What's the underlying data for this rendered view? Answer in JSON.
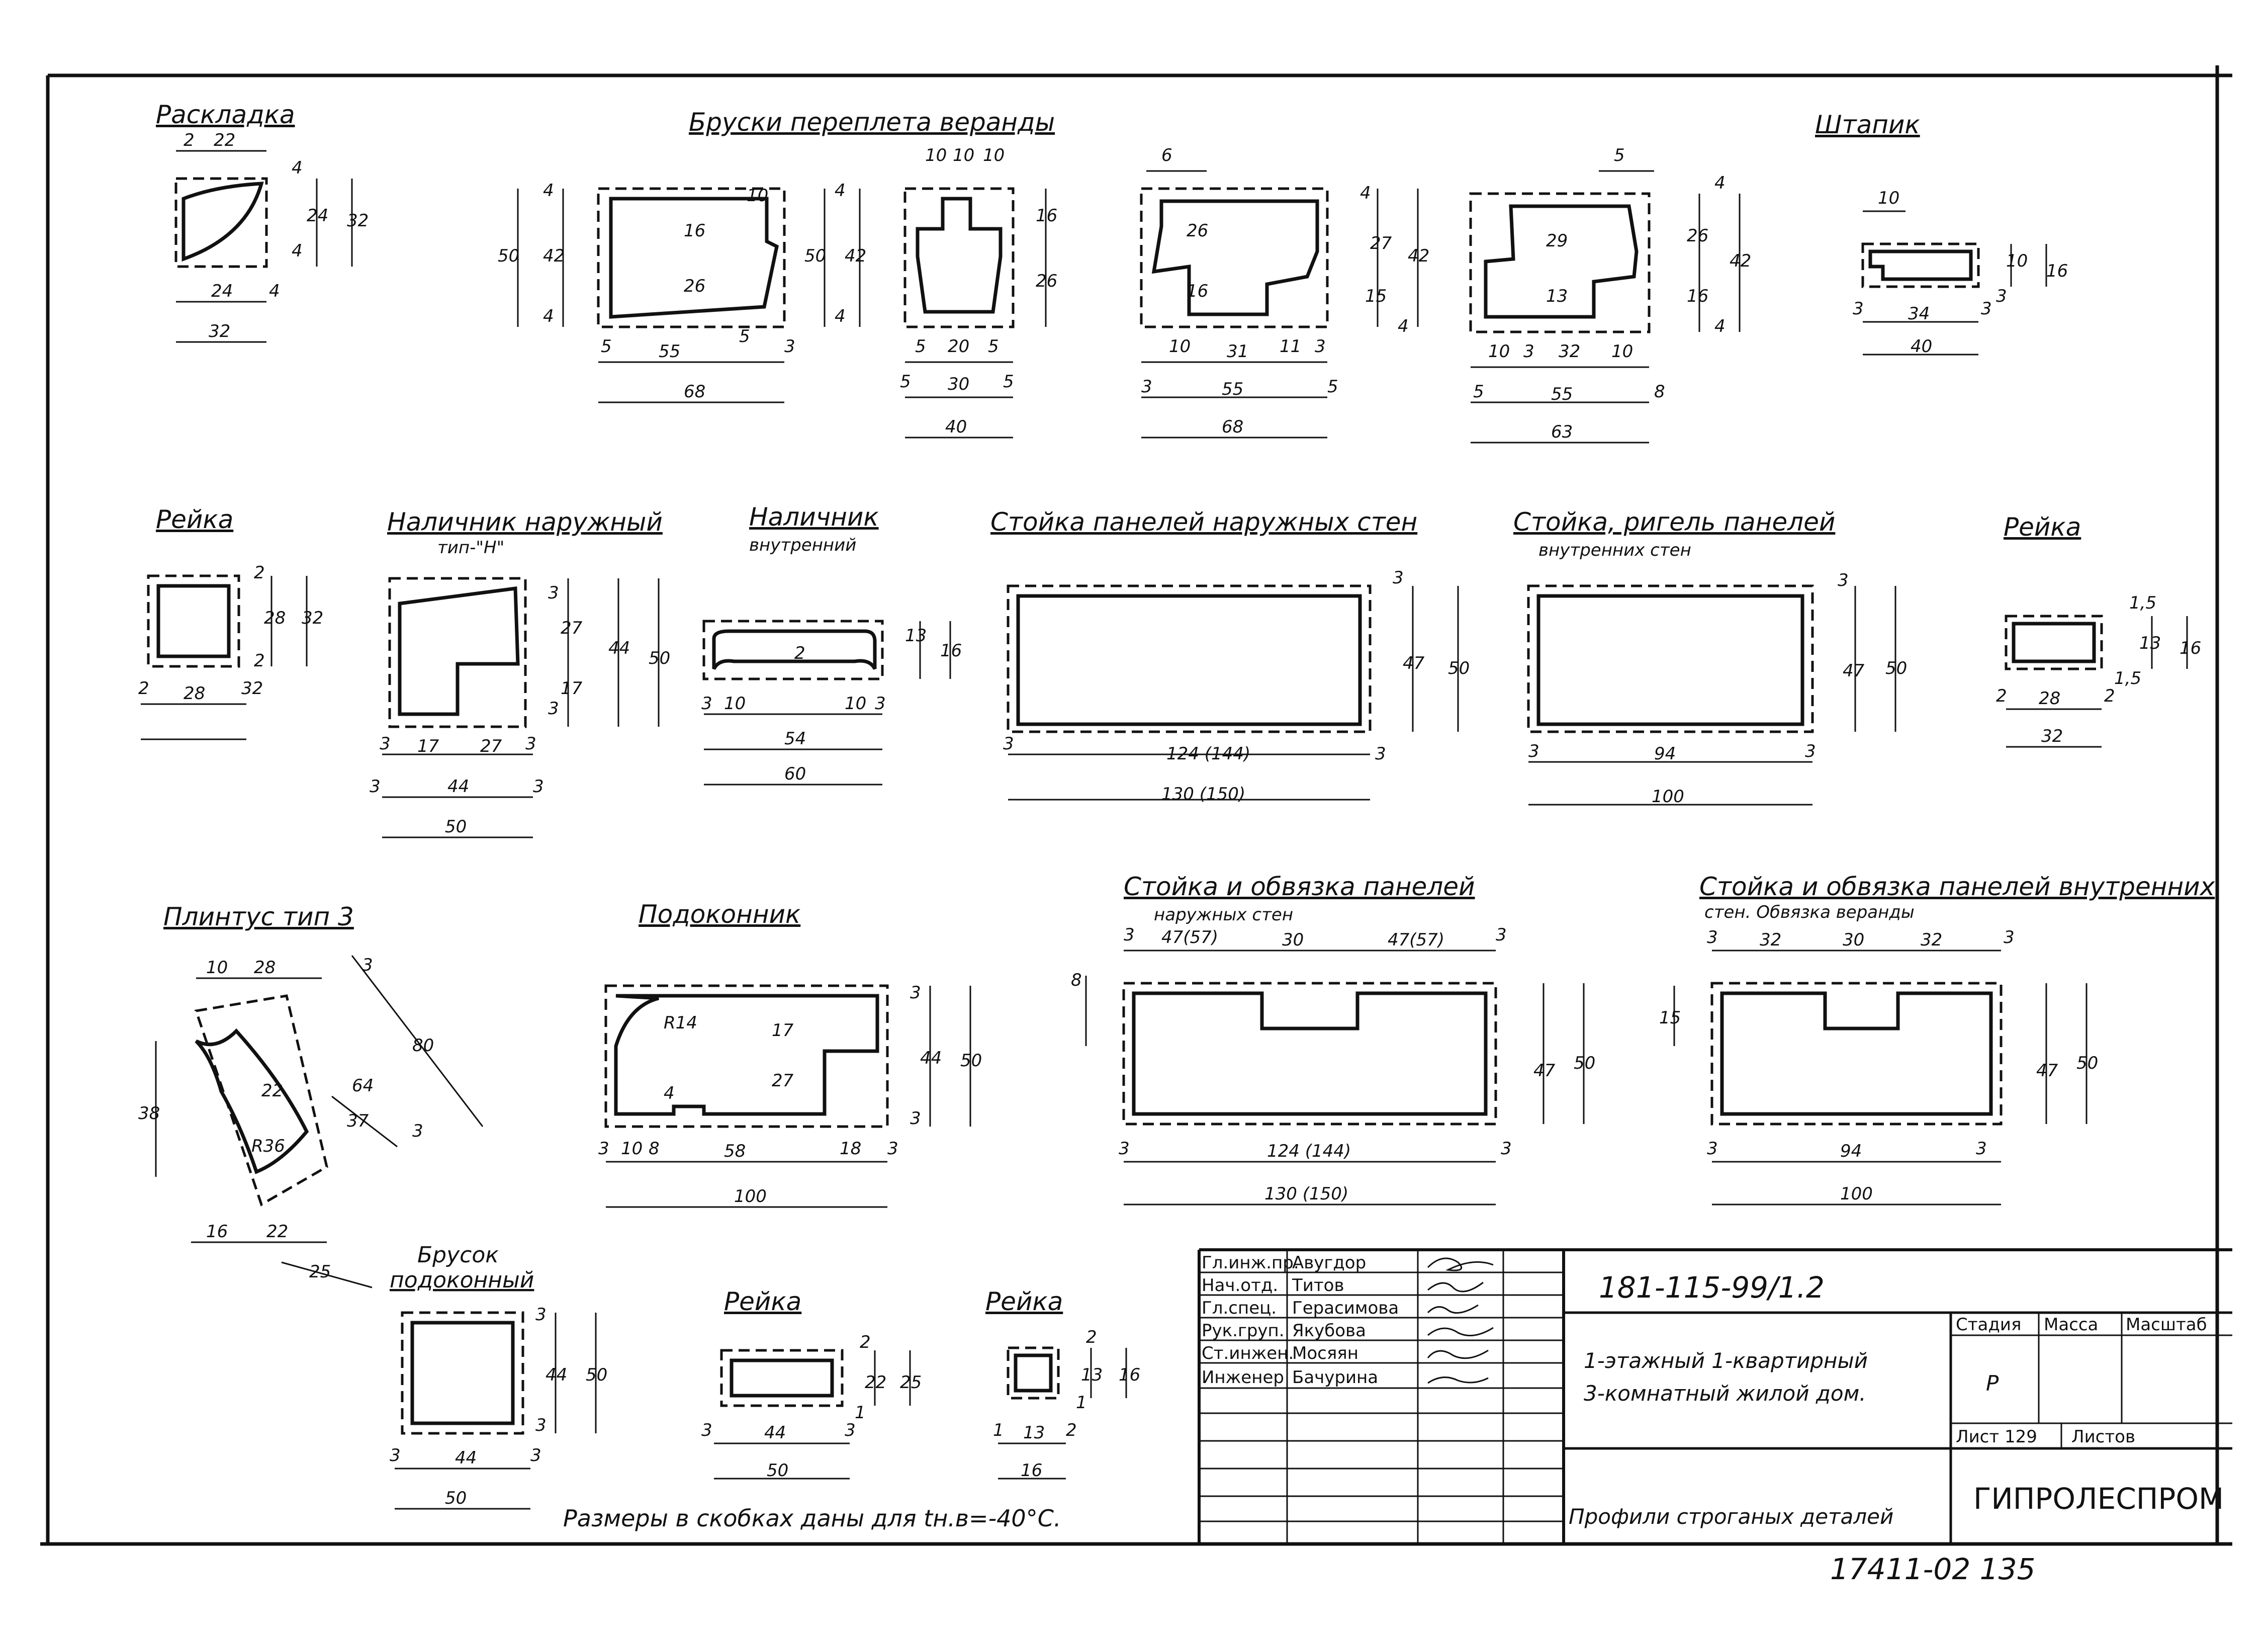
{
  "titles": {
    "raskladka": "Раскладка",
    "bruski": "Бруски переплета веранды",
    "shtapik": "Штапик",
    "reika1": "Рейка",
    "nalichnik_nar": "Наличник наружный",
    "nalichnik_nar_type": "тип-\"Н\"",
    "nalichnik_vn1": "Наличник",
    "nalichnik_vn2": "внутренний",
    "stoika_nar": "Стойка панелей наружных стен",
    "stoika_vn1": "Стойка, ригель панелей",
    "stoika_vn2": "внутренних стен",
    "reika2": "Рейка",
    "plintus": "Плинтус тип 3",
    "podokonnik": "Подоконник",
    "obv_nar1": "Стойка и обвязка панелей",
    "obv_nar2": "наружных стен",
    "obv_vn1": "Стойка и обвязка панелей внутренних",
    "obv_vn2": "стен. Обвязка веранды",
    "brusok1": "Брусок",
    "brusok2": "подоконный",
    "reika3": "Рейка",
    "reika4": "Рейка"
  },
  "note": "Размеры в скобках даны для tн.в=-40°C.",
  "dims": {
    "rask": [
      "2",
      "22",
      "4",
      "24",
      "32",
      "4",
      "24",
      "4",
      "32"
    ],
    "b1": [
      "50",
      "42",
      "4",
      "4",
      "16",
      "26",
      "10",
      "5",
      "55",
      "5",
      "3",
      "68"
    ],
    "b2": [
      "50",
      "42",
      "4",
      "4",
      "10",
      "10",
      "10",
      "16",
      "26",
      "5",
      "20",
      "5",
      "5",
      "30",
      "5",
      "40"
    ],
    "b3": [
      "6",
      "26",
      "16",
      "10",
      "31",
      "11",
      "3",
      "3",
      "55",
      "5",
      "68",
      "4",
      "27",
      "42",
      "15",
      "4"
    ],
    "b4": [
      "5",
      "29",
      "13",
      "10",
      "3",
      "32",
      "10",
      "5",
      "55",
      "8",
      "63",
      "4",
      "26",
      "42",
      "16",
      "4"
    ],
    "sht": [
      "10",
      "3",
      "34",
      "3",
      "40",
      "3",
      "10",
      "16"
    ],
    "r1": [
      "2",
      "28",
      "32",
      "2",
      "28",
      "2",
      "32"
    ],
    "nn": [
      "3",
      "27",
      "17",
      "44",
      "50",
      "3",
      "3",
      "17",
      "27",
      "3",
      "3",
      "44",
      "3",
      "50"
    ],
    "nv": [
      "2",
      "13",
      "16",
      "3",
      "10",
      "10",
      "3",
      "54",
      "60"
    ],
    "sn": [
      "3",
      "47",
      "50",
      "3",
      "124 (144)",
      "3",
      "130 (150)"
    ],
    "sv": [
      "3",
      "47",
      "50",
      "3",
      "94",
      "3",
      "100"
    ],
    "r2": [
      "1,5",
      "13",
      "1,5",
      "16",
      "2",
      "28",
      "2",
      "32"
    ],
    "pl": [
      "10",
      "28",
      "3",
      "80",
      "64",
      "37",
      "38",
      "22",
      "R36",
      "3",
      "16",
      "22",
      "25"
    ],
    "pd": [
      "R14",
      "17",
      "27",
      "4",
      "3",
      "44",
      "3",
      "50",
      "3",
      "10",
      "8",
      "58",
      "18",
      "3",
      "100"
    ],
    "on": [
      "3",
      "47(57)",
      "30",
      "47(57)",
      "3",
      "8",
      "47",
      "50",
      "3",
      "124 (144)",
      "3",
      "130 (150)"
    ],
    "ov": [
      "3",
      "32",
      "30",
      "32",
      "3",
      "15",
      "47",
      "50",
      "3",
      "94",
      "3",
      "100"
    ],
    "bp": [
      "3",
      "44",
      "3",
      "50",
      "3",
      "44",
      "3",
      "50"
    ],
    "r3": [
      "2",
      "22",
      "25",
      "1",
      "3",
      "44",
      "3",
      "50"
    ],
    "r4": [
      "2",
      "13",
      "1",
      "16",
      "1",
      "13",
      "2",
      "16"
    ]
  },
  "title_block": {
    "roles": [
      "Гл.инж.пр.",
      "Нач.отд.",
      "Гл.спец.",
      "Рук.груп.",
      "Ст.инжен.",
      "Инженер"
    ],
    "names": [
      "Авугдор",
      "Титов",
      "Герасимова",
      "Якубова",
      "Мосяян",
      "Бачурина"
    ],
    "code": "181-115-99/1.2",
    "desc1": "1-этажный 1-квартирный",
    "desc2": "3-комнатный жилой дом.",
    "stage_label": "Стадия",
    "mass_label": "Масса",
    "scale_label": "Масштаб",
    "stage": "Р",
    "sheet_label": "Лист 129",
    "sheets_label": "Листов",
    "sheet_title": "Профили строганых деталей",
    "org": "ГИПРОЛЕСПРОМ",
    "archive": "17411-02 135"
  }
}
